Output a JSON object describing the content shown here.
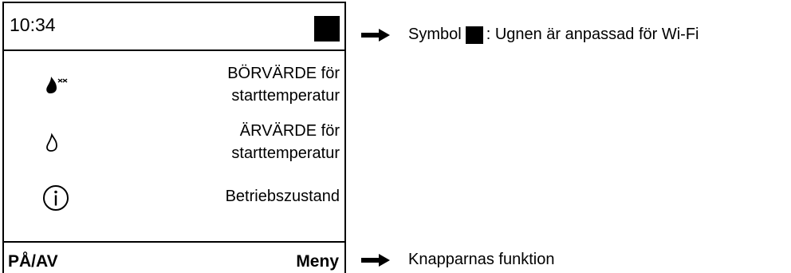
{
  "display": {
    "time": "10:34",
    "rows": [
      {
        "icon": "flame-setpoint-icon",
        "label_line1": "BÖRVÄRDE för",
        "label_line2": "starttemperatur"
      },
      {
        "icon": "flame-outline-icon",
        "label_line1": "ÄRVÄRDE för",
        "label_line2": "starttemperatur"
      },
      {
        "icon": "info-icon",
        "label_line1": "Betriebszustand"
      }
    ],
    "softkeys": {
      "left": "PÅ/AV",
      "right": "Meny"
    }
  },
  "annotations": {
    "wifi_prefix": "Symbol",
    "wifi_suffix": ": Ugnen är anpassad för Wi-Fi",
    "softkeys_text": "Knapparnas funktion"
  }
}
